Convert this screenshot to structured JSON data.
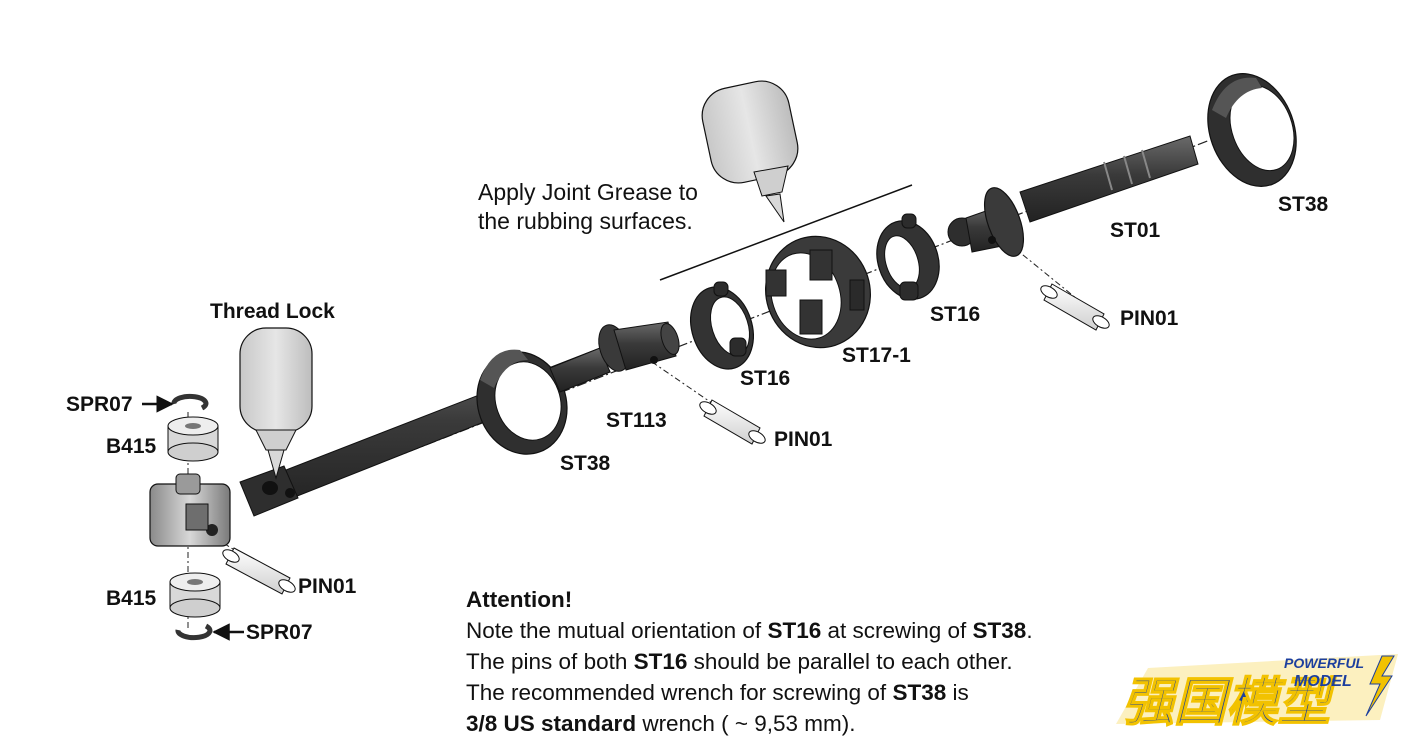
{
  "grease_note": {
    "line1": "Apply Joint Grease to",
    "line2": "the rubbing surfaces."
  },
  "thread_lock_label": "Thread Lock",
  "part_labels": {
    "spr07_top": "SPR07",
    "b415_top": "B415",
    "b415_bottom": "B415",
    "spr07_bottom": "SPR07",
    "pin01_bottom": "PIN01",
    "st38_left": "ST38",
    "st113": "ST113",
    "pin01_middle": "PIN01",
    "st16_left": "ST16",
    "st17_1": "ST17-1",
    "st16_right": "ST16",
    "pin01_right": "PIN01",
    "st01": "ST01",
    "st38_right": "ST38"
  },
  "attention": {
    "heading": "Attention!",
    "line1_a": "Note the mutual orientation of ",
    "line1_b": "ST16",
    "line1_c": " at screwing of ",
    "line1_d": "ST38",
    "line1_e": ".",
    "line2_a": "The pins of both ",
    "line2_b": "ST16",
    "line2_c": " should be parallel to each other.",
    "line3_a": "The recommended wrench for screwing of ",
    "line3_b": "ST38",
    "line3_c": " is",
    "line4_a": "3/8 US standard",
    "line4_b": " wrench ( ~ 9,53 mm)."
  },
  "logo": {
    "top": "POWERFUL",
    "middle": "MODEL",
    "main": "强国模型"
  },
  "colors": {
    "part_dark": "#3a3a3a",
    "part_mid": "#555555",
    "part_light": "#8c8c8c",
    "bottle": "#d6d6d6",
    "logo_blue": "#1c3f9e",
    "logo_yellow": "#f2c200"
  }
}
